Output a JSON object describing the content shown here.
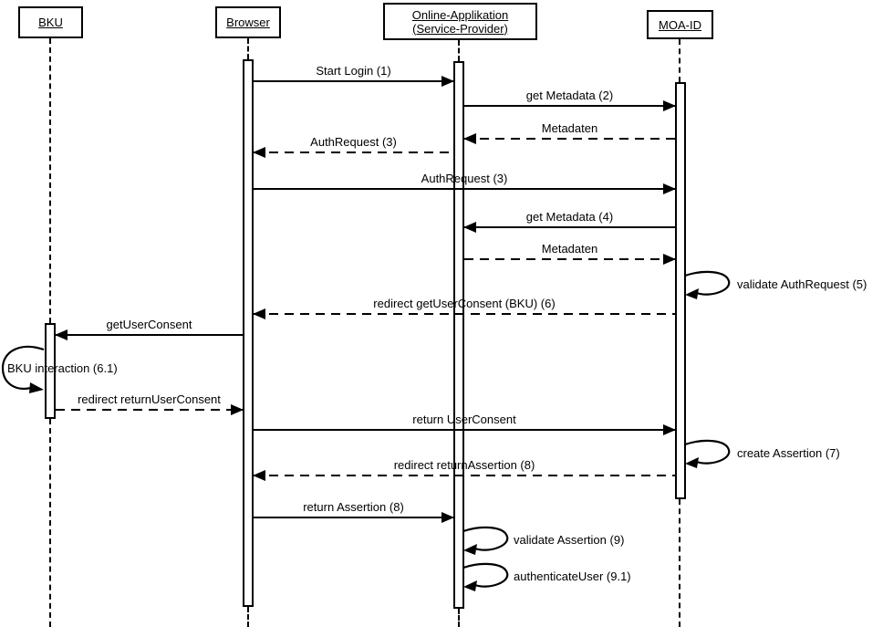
{
  "colors": {
    "line": "#000000",
    "background": "#ffffff"
  },
  "actors": [
    {
      "label": "BKU"
    },
    {
      "label": "Browser"
    },
    {
      "label": "Online-Applikation (Service-Provider)"
    },
    {
      "label": "MOA-ID"
    }
  ],
  "messages": [
    {
      "label": "Start Login (1)",
      "from": "Browser",
      "to": "Online-Applikation",
      "line": "solid"
    },
    {
      "label": "get Metadata (2)",
      "from": "Online-Applikation",
      "to": "MOA-ID",
      "line": "solid"
    },
    {
      "label": "Metadaten",
      "from": "MOA-ID",
      "to": "Online-Applikation",
      "line": "dashed"
    },
    {
      "label": "AuthRequest (3)",
      "from": "Online-Applikation",
      "to": "Browser",
      "line": "dashed"
    },
    {
      "label": "AuthRequest (3)",
      "from": "Browser",
      "to": "MOA-ID",
      "line": "solid"
    },
    {
      "label": "get Metadata (4)",
      "from": "MOA-ID",
      "to": "Online-Applikation",
      "line": "solid"
    },
    {
      "label": "Metadaten",
      "from": "Online-Applikation",
      "to": "MOA-ID",
      "line": "dashed"
    },
    {
      "label": "validate AuthRequest (5)",
      "actor": "MOA-ID",
      "line": "self"
    },
    {
      "label": "redirect getUserConsent (BKU) (6)",
      "from": "MOA-ID",
      "to": "Browser",
      "line": "dashed"
    },
    {
      "label": "getUserConsent",
      "from": "Browser",
      "to": "BKU",
      "line": "solid"
    },
    {
      "label": "BKU interaction (6.1)",
      "actor": "BKU",
      "line": "self"
    },
    {
      "label": "redirect returnUserConsent",
      "from": "BKU",
      "to": "Browser",
      "line": "dashed"
    },
    {
      "label": "return UserConsent",
      "from": "Browser",
      "to": "MOA-ID",
      "line": "solid"
    },
    {
      "label": "create Assertion (7)",
      "actor": "MOA-ID",
      "line": "self"
    },
    {
      "label": "redirect returnAssertion (8)",
      "from": "MOA-ID",
      "to": "Browser",
      "line": "dashed"
    },
    {
      "label": "return Assertion (8)",
      "from": "Browser",
      "to": "Online-Applikation",
      "line": "solid"
    },
    {
      "label": "validate Assertion (9)",
      "actor": "Online-Applikation",
      "line": "self"
    },
    {
      "label": "authenticateUser (9.1)",
      "actor": "Online-Applikation",
      "line": "self"
    }
  ]
}
